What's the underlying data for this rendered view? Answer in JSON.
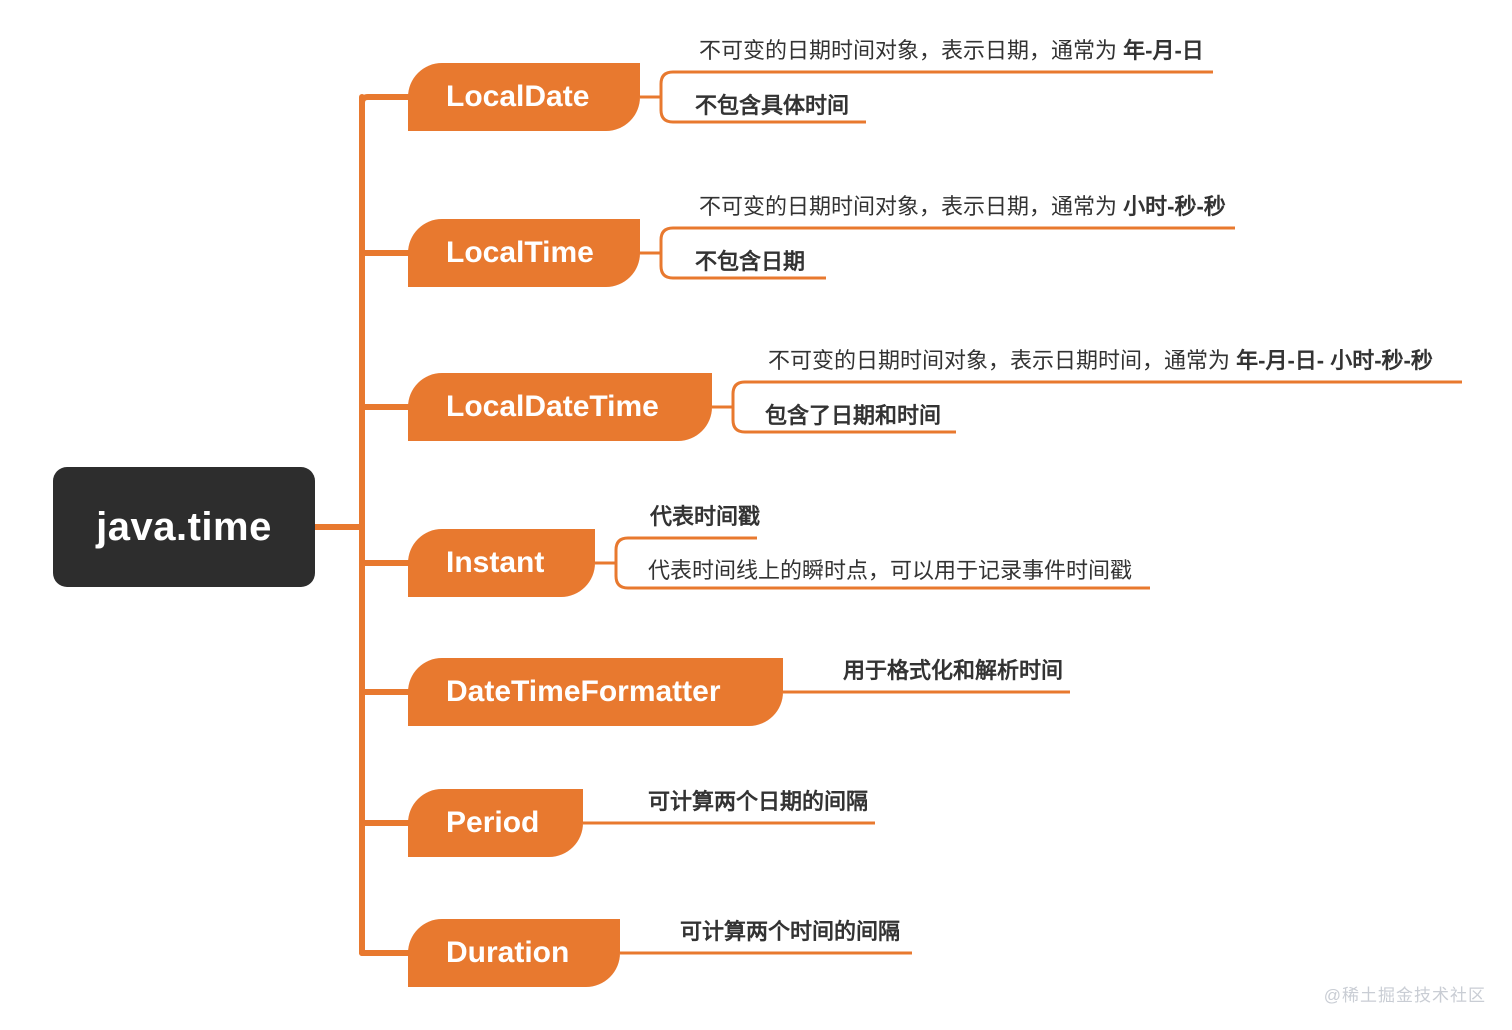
{
  "colors": {
    "accent": "#E8792F",
    "root_bg": "#2D2D2D",
    "root_text": "#FFFFFF",
    "leaf_text": "#333333",
    "watermark": "#C9CDD4",
    "page_bg": "#FFFFFF"
  },
  "root": {
    "label": "java.time"
  },
  "watermark": {
    "text": "@稀土掘金技术社区"
  },
  "branches": [
    {
      "id": "localdate",
      "label": "LocalDate",
      "leaves": [
        {
          "text": "不可变的日期时间对象，表示日期，通常为 年-月-日",
          "weight": "normal",
          "runs": [
            {
              "text": "不可变的日期时间对象，表示日期，通常为 ",
              "weight": "normal"
            },
            {
              "text": "年-月-日",
              "weight": "bold"
            }
          ]
        },
        {
          "text": "不包含具体时间",
          "weight": "bold",
          "runs": [
            {
              "text": "不包含具体时间",
              "weight": "bold"
            }
          ]
        }
      ]
    },
    {
      "id": "localtime",
      "label": "LocalTime",
      "leaves": [
        {
          "text": "不可变的日期时间对象，表示日期，通常为 小时-秒-秒",
          "weight": "normal",
          "runs": [
            {
              "text": "不可变的日期时间对象，表示日期，通常为 ",
              "weight": "normal"
            },
            {
              "text": "小时-秒-秒",
              "weight": "bold"
            }
          ]
        },
        {
          "text": "不包含日期",
          "weight": "bold",
          "runs": [
            {
              "text": "不包含日期",
              "weight": "bold"
            }
          ]
        }
      ]
    },
    {
      "id": "localdatetime",
      "label": "LocalDateTime",
      "leaves": [
        {
          "text": "不可变的日期时间对象，表示日期时间，通常为 年-月-日- 小时-秒-秒",
          "weight": "normal",
          "runs": [
            {
              "text": "不可变的日期时间对象，表示日期时间，通常为 ",
              "weight": "normal"
            },
            {
              "text": "年-月-日- 小时-秒-秒",
              "weight": "bold"
            }
          ]
        },
        {
          "text": "包含了日期和时间",
          "weight": "bold",
          "runs": [
            {
              "text": "包含了日期和时间",
              "weight": "bold"
            }
          ]
        }
      ]
    },
    {
      "id": "instant",
      "label": "Instant",
      "leaves": [
        {
          "text": "代表时间戳",
          "weight": "bold",
          "runs": [
            {
              "text": "代表时间戳",
              "weight": "bold"
            }
          ]
        },
        {
          "text": "代表时间线上的瞬时点，可以用于记录事件时间戳",
          "weight": "normal",
          "runs": [
            {
              "text": "代表时间线上的瞬时点，可以用于记录事件时间戳",
              "weight": "normal"
            }
          ]
        }
      ]
    },
    {
      "id": "datetimeformatter",
      "label": "DateTimeFormatter",
      "leaves": [
        {
          "text": "用于格式化和解析时间",
          "weight": "bold",
          "runs": [
            {
              "text": "用于格式化和解析时间",
              "weight": "bold"
            }
          ]
        }
      ]
    },
    {
      "id": "period",
      "label": "Period",
      "leaves": [
        {
          "text": "可计算两个日期的间隔",
          "weight": "bold",
          "runs": [
            {
              "text": "可计算两个日期的间隔",
              "weight": "bold"
            }
          ]
        }
      ]
    },
    {
      "id": "duration",
      "label": "Duration",
      "leaves": [
        {
          "text": "可计算两个时间的间隔",
          "weight": "bold",
          "runs": [
            {
              "text": "可计算两个时间的间隔",
              "weight": "bold"
            }
          ]
        }
      ]
    }
  ]
}
